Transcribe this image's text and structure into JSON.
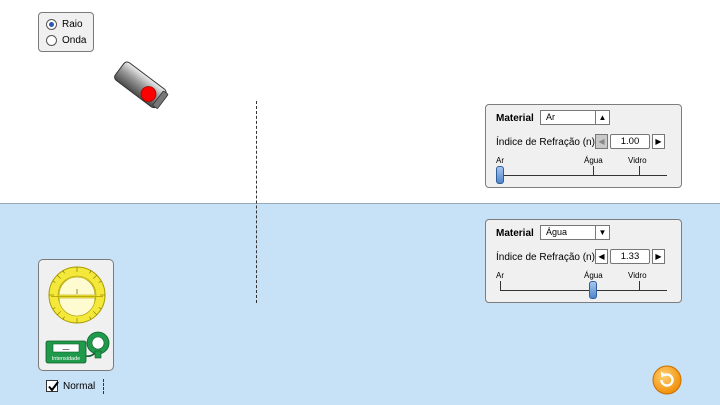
{
  "mode": {
    "options": [
      {
        "label": "Raio",
        "selected": true
      },
      {
        "label": "Onda",
        "selected": false
      }
    ]
  },
  "upper_material": {
    "title": "Material",
    "selected": "Ar",
    "index_label": "Índice de Refração (n)",
    "index_value": "1.00",
    "scale": [
      "Ar",
      "Água",
      "Vidro"
    ],
    "slider_value": 1.0
  },
  "lower_material": {
    "title": "Material",
    "selected": "Água",
    "index_label": "Índice de Refração (n)",
    "index_value": "1.33",
    "scale": [
      "Ar",
      "Água",
      "Vidro"
    ],
    "slider_value": 1.33
  },
  "toolbox": {
    "intensity_label": "Intensidade",
    "intensity_readout": "—"
  },
  "normal_checkbox": {
    "label": "Normal",
    "checked": true
  },
  "colors": {
    "lower_medium": "#c7e1f6",
    "laser_light": "#ff0000",
    "protractor": "#f4e83a",
    "intensity_meter": "#1f9a4a",
    "reset": "#f6a21b"
  }
}
